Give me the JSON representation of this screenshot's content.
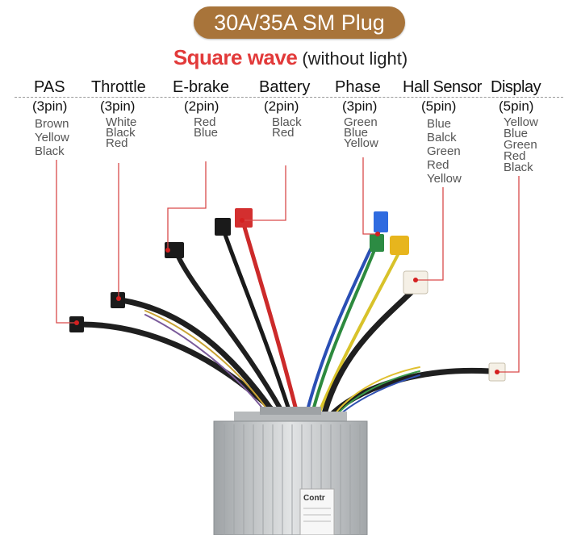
{
  "banner": {
    "text": "30A/35A SM Plug"
  },
  "subtitle": {
    "main": "Square wave",
    "note": "(without light)"
  },
  "connectors": [
    {
      "name": "PAS",
      "pins": "(3pin)",
      "wires": [
        "Brown",
        "Yellow",
        "Black"
      ]
    },
    {
      "name": "Throttle",
      "pins": "(3pin)",
      "wires": [
        "White",
        "Black",
        "Red"
      ]
    },
    {
      "name": "E-brake",
      "pins": "(2pin)",
      "wires": [
        "Red",
        "Blue"
      ]
    },
    {
      "name": "Battery",
      "pins": "(2pin)",
      "wires": [
        "Black",
        "Red"
      ]
    },
    {
      "name": "Phase",
      "pins": "(3pin)",
      "wires": [
        "Green",
        "Blue",
        "Yellow"
      ]
    },
    {
      "name": "Hall Sensor",
      "pins": "(5pin)",
      "wires": [
        "Blue",
        "Balck",
        "Green",
        "Red",
        "Yellow"
      ]
    },
    {
      "name": "Display",
      "pins": "(5pin)",
      "wires": [
        "Yellow",
        "Blue",
        "Green",
        "Red",
        "Black"
      ]
    }
  ],
  "controller": {
    "label": "Contr"
  },
  "colors": {
    "banner": "#a8743a",
    "accent": "#e23a3a",
    "leader": "#d94a4a",
    "housing": "#c8cacb"
  }
}
